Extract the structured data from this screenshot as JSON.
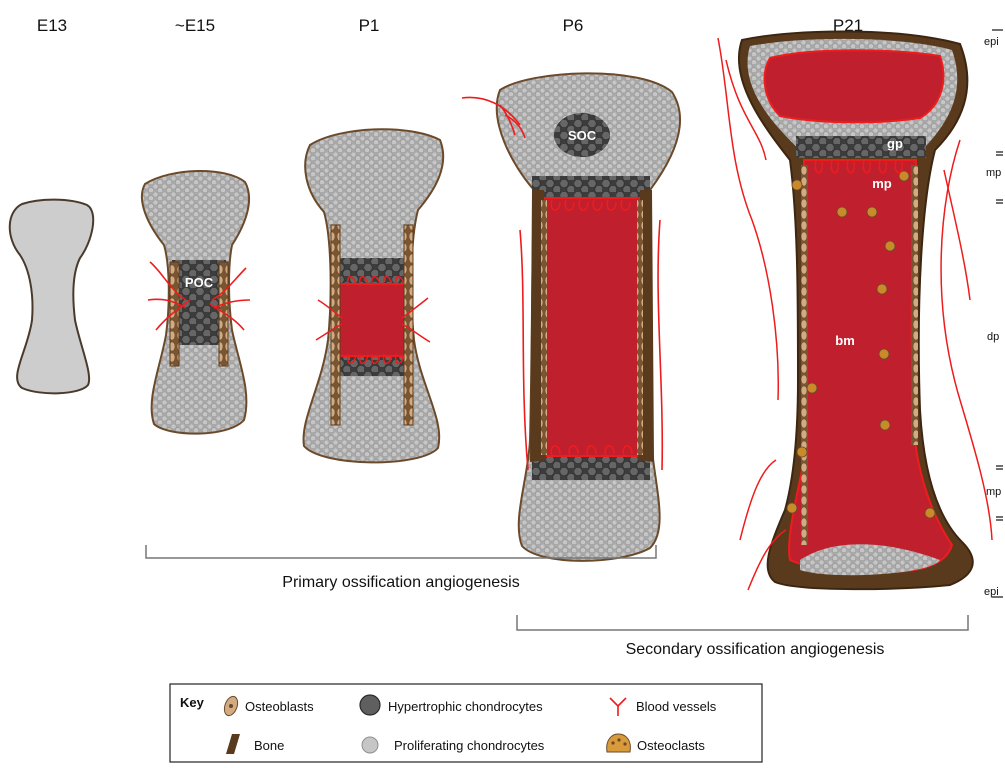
{
  "stages": [
    "E13",
    "~E15",
    "P1",
    "P6",
    "P21"
  ],
  "inner_labels": {
    "poc": "POC",
    "soc": "SOC",
    "gp": "gp",
    "mp": "mp",
    "bm": "bm"
  },
  "side_labels": {
    "epi_top": "epi",
    "mp_top": "mp",
    "dp": "dp",
    "mp_bottom": "mp",
    "epi_bottom": "epi"
  },
  "ranges": {
    "primary": "Primary ossification angiogenesis",
    "secondary": "Secondary ossification angiogenesis"
  },
  "key": {
    "title": "Key",
    "items": [
      {
        "label": "Osteoblasts",
        "icon": "osteoblast-icon"
      },
      {
        "label": "Hypertrophic chondrocytes",
        "icon": "hypertrophic-chondrocyte-icon"
      },
      {
        "label": "Blood vessels",
        "icon": "blood-vessel-icon"
      },
      {
        "label": "Bone",
        "icon": "bone-icon"
      },
      {
        "label": "Proliferating chondrocytes",
        "icon": "proliferating-chondrocyte-icon"
      },
      {
        "label": "Osteoclasts",
        "icon": "osteoclast-icon"
      }
    ]
  },
  "colors": {
    "cartilage": "#b4b4b4",
    "hypertrophic": "#5a5a5a",
    "bone": "#5a3a1c",
    "osteoblast": "#c8a27a",
    "marrow": "#c0202e",
    "vessel": "#ee1c1c",
    "osteoclast": "#c98a2a"
  }
}
